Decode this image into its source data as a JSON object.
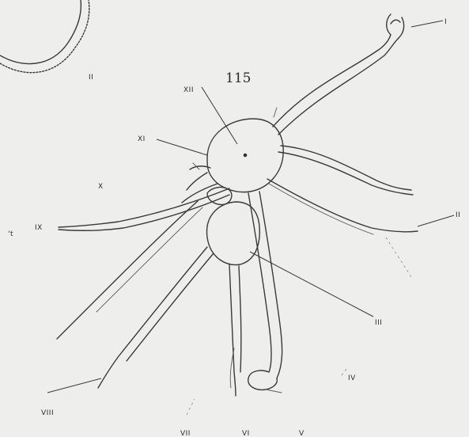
{
  "figure": {
    "number": "115"
  },
  "labels": {
    "I": "I",
    "II_top": "II",
    "II_right": "II",
    "III": "III",
    "IV": "IV",
    "V": "V",
    "VI": "VI",
    "VII": "VII",
    "VIII": "VIII",
    "IX": "IX",
    "X": "X",
    "XI": "XI",
    "XII": "XII",
    "stray": "'t"
  },
  "colors": {
    "paper": "#eeeeec",
    "ink": "#3a3a3a"
  }
}
